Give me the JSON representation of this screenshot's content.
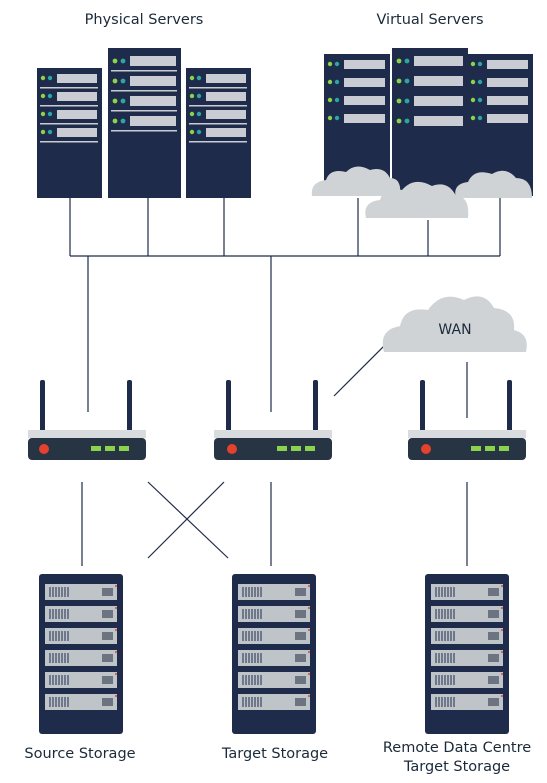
{
  "labels": {
    "physical_servers": "Physical Servers",
    "virtual_servers": "Virtual Servers",
    "wan": "WAN",
    "source_storage": "Source Storage",
    "target_storage": "Target Storage",
    "remote_line1": "Remote Data Centre",
    "remote_line2": "Target Storage"
  },
  "colors": {
    "server_body": "#1e2b4a",
    "server_slot": "#c9cdd3",
    "led_green": "#8bd34a",
    "led_teal": "#2aa7a4",
    "router_body": "#d9dcdf",
    "router_base": "#273444",
    "router_led_red": "#e5412f",
    "storage_body": "#1e2b4a",
    "storage_drive": "#bfc4c9",
    "cloud": "#d0d3d6",
    "line": "#1e2b4a",
    "text": "#1b2a3a"
  }
}
